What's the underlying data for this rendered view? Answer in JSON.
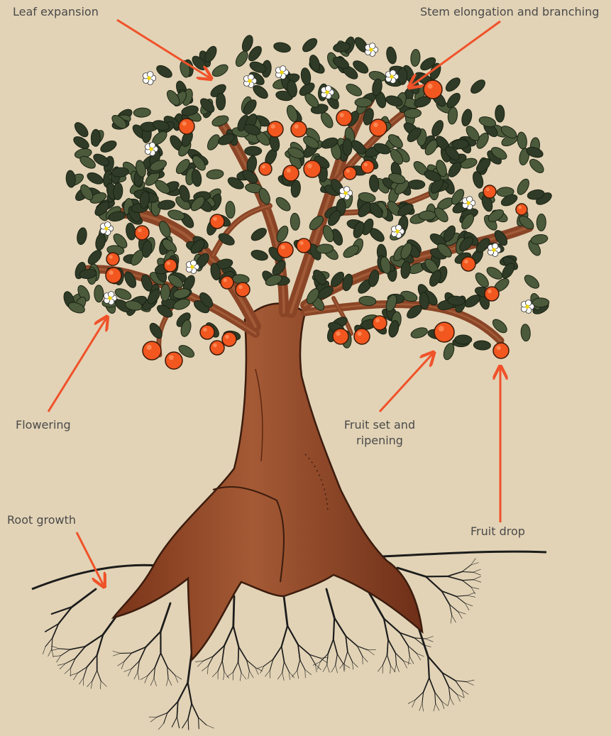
{
  "labels": {
    "leaf_expansion": "Leaf expansion",
    "stem_elongation": "Stem elongation and branching",
    "flowering": "Flowering",
    "fruit_set_line1": "Fruit set and",
    "fruit_set_line2": "ripening",
    "root_growth": "Root growth",
    "fruit_drop": "Fruit drop"
  },
  "colors": {
    "background": "#e2d3b6",
    "arrow": "#f0522a",
    "trunk": "#9b4a2a",
    "trunk_dark": "#6e2f18",
    "leaf": "#2f3b26",
    "leaf_light": "#4b5a3a",
    "fruit": "#f2571f",
    "flower": "#ffffff",
    "flower_center": "#f0d400",
    "root": "#1c1c1c"
  }
}
